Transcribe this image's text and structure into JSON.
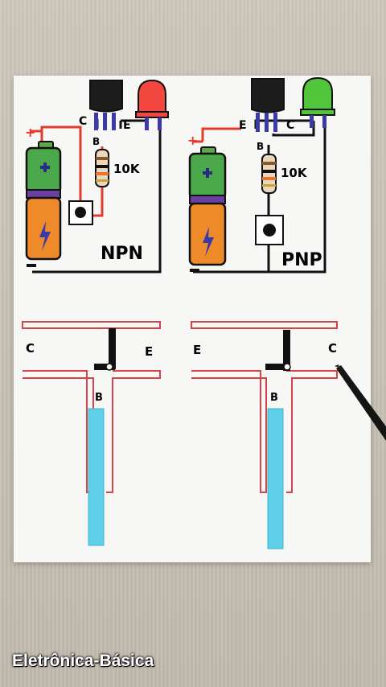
{
  "colors": {
    "wire": "#111111",
    "positive_wire": "#e23b2f",
    "base_lead": "#3a3aa8",
    "led_npn": "#f2463e",
    "led_pnp": "#52c63a",
    "battery_top": "#4aa84a",
    "battery_bottom": "#ef8a2a",
    "battery_band": "#6b3fa0",
    "channel": "#d8434a",
    "water": "#5fd0e8"
  },
  "npn": {
    "title": "NPN",
    "resistor_label": "10K",
    "collector_label": "C",
    "base_label": "B",
    "emitter_label": "E",
    "plus_sign": "+"
  },
  "pnp": {
    "title": "PNP",
    "resistor_label": "10K",
    "emitter_label": "E",
    "base_label": "B",
    "collector_label": "C",
    "plus_sign": "+"
  },
  "npn_model": {
    "left_label": "C",
    "right_label": "E",
    "base_label": "B"
  },
  "pnp_model": {
    "left_label": "E",
    "right_label": "C",
    "base_label": "B"
  },
  "icons": [
    "battery",
    "push-button",
    "led",
    "transistor",
    "resistor",
    "marker-pen"
  ],
  "caption": "Eletrônica-Básica"
}
